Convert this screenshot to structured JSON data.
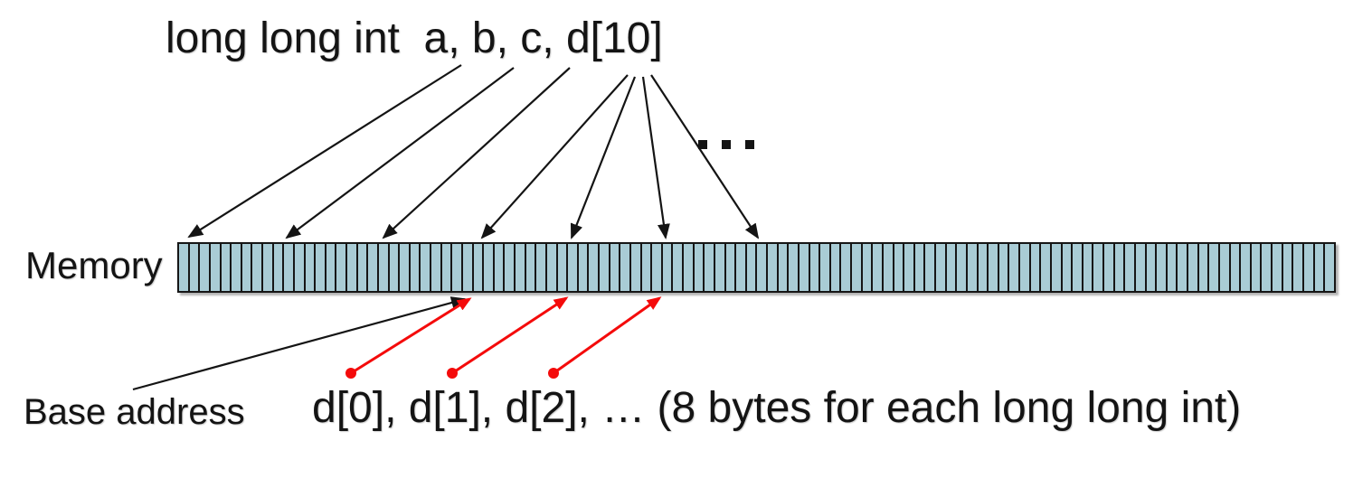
{
  "declaration": {
    "text": "long long int  a, b, c, d[10]"
  },
  "top_ellipsis": "…",
  "memory": {
    "label": "Memory",
    "cell_count": 110,
    "cell_fill": "#a9ccd5",
    "border_color": "#161616"
  },
  "base_address": {
    "label": "Base address"
  },
  "array_note": {
    "text": "d[0], d[1], d[2], … (8 bytes for each long long int)"
  },
  "colors": {
    "black_arrow": "#141414",
    "red_arrow": "#f40b0b",
    "background": "#ffffff"
  }
}
